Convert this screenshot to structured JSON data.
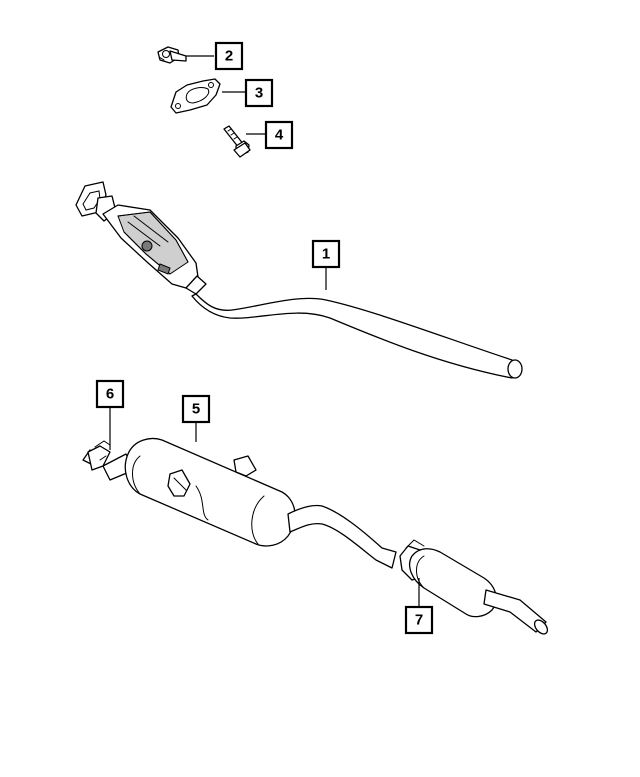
{
  "callouts": [
    {
      "id": "1",
      "label": "1"
    },
    {
      "id": "2",
      "label": "2"
    },
    {
      "id": "3",
      "label": "3"
    },
    {
      "id": "4",
      "label": "4"
    },
    {
      "id": "5",
      "label": "5"
    },
    {
      "id": "6",
      "label": "6"
    },
    {
      "id": "7",
      "label": "7"
    }
  ],
  "colors": {
    "line": "#000000",
    "background": "#ffffff",
    "shade": "#cfcfcf"
  },
  "parts": [
    {
      "callout": "1",
      "name": "catalytic-converter-pipe"
    },
    {
      "callout": "2",
      "name": "nut"
    },
    {
      "callout": "3",
      "name": "gasket"
    },
    {
      "callout": "4",
      "name": "bolt"
    },
    {
      "callout": "5",
      "name": "muffler"
    },
    {
      "callout": "6",
      "name": "clamp"
    },
    {
      "callout": "7",
      "name": "resonator-hanger"
    }
  ]
}
